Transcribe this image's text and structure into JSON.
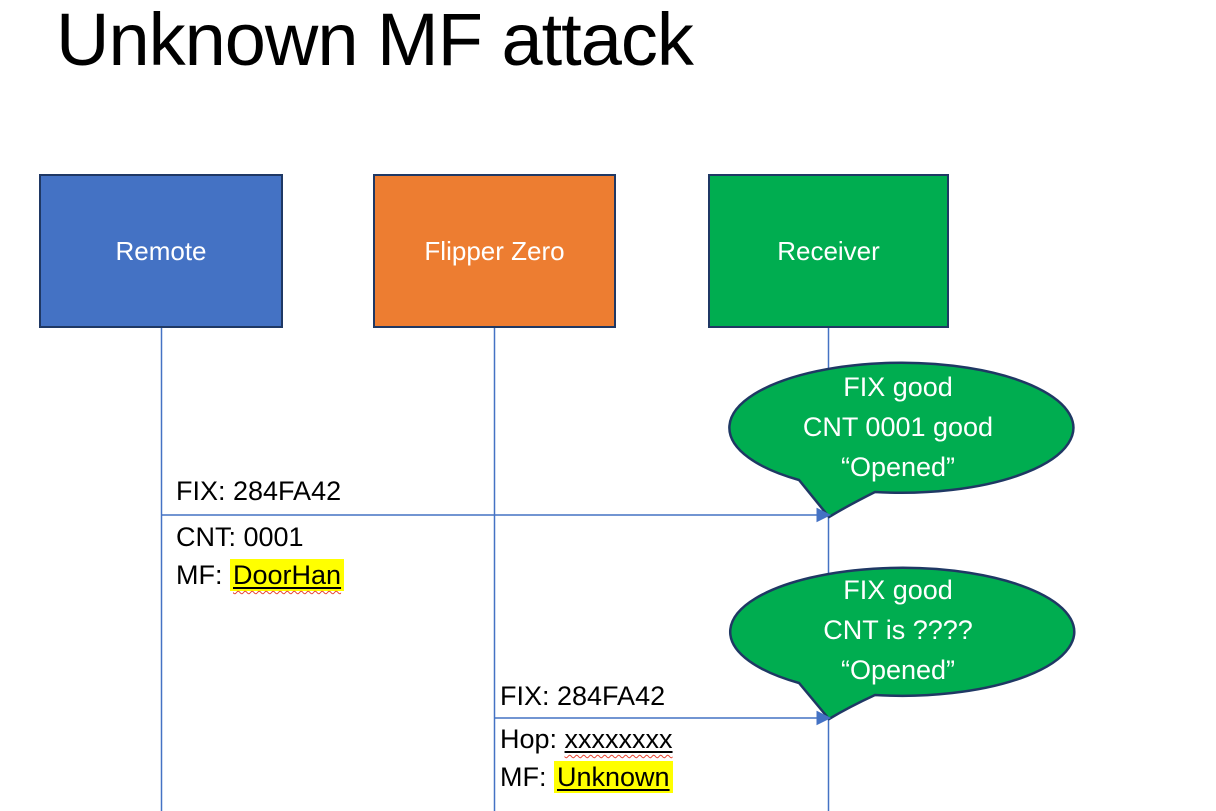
{
  "slide_title": "Unknown MF attack",
  "actors": [
    {
      "name": "Remote",
      "fill": "#4472C4"
    },
    {
      "name": "Flipper Zero",
      "fill": "#ED7D31"
    },
    {
      "name": "Receiver",
      "fill": "#00AD50"
    }
  ],
  "messages": [
    {
      "from": "Remote",
      "to": "Receiver",
      "above": "FIX: 284FA42",
      "below_line1": "CNT: 0001",
      "below_line2_prefix": "MF: ",
      "below_line2_highlighted": "DoorHan"
    },
    {
      "from": "Flipper Zero",
      "to": "Receiver",
      "above": "FIX: 284FA42",
      "below_line1_prefix": "Hop: ",
      "below_line1_underlined": "xxxxxxxx",
      "below_line2_prefix": "MF: ",
      "below_line2_highlighted": "Unknown"
    }
  ],
  "callouts": [
    {
      "line1": "FIX good",
      "line2": "CNT 0001 good",
      "line3": "“Opened”"
    },
    {
      "line1": "FIX good",
      "line2": "CNT is ????",
      "line3": "“Opened”"
    }
  ],
  "colors": {
    "remote_fill": "#4472C4",
    "flipper_zero_fill": "#ED7D31",
    "receiver_fill": "#00AD50",
    "callout_fill": "#00AD50",
    "shape_border": "#1F3864",
    "connector": "#4472C4",
    "highlight": "#FFFF00",
    "spellcheck_underline": "#E8432F",
    "title_text": "#000000",
    "actor_text": "#FFFFFF"
  }
}
